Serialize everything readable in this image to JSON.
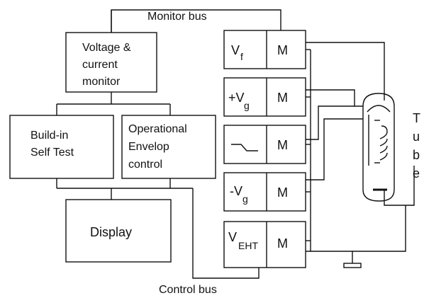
{
  "buses": {
    "monitor": "Monitor bus",
    "control": "Control bus"
  },
  "blocks": {
    "monitor_line1": "Voltage &",
    "monitor_line2": "current",
    "monitor_line3": "monitor",
    "bist_line1": "Build-in",
    "bist_line2": "Self Test",
    "oec_line1": "Operational",
    "oec_line2": "Envelop",
    "oec_line3": "control",
    "display": "Display"
  },
  "supplies": {
    "vf_base": "V",
    "vf_sub": "f",
    "vgp_base": "+V",
    "vgp_sub": "g",
    "pulse_symbol": "⌐⌐",
    "vgn_base": "-V",
    "vgn_sub": "g",
    "veht_base": "V",
    "veht_sub": "EHT",
    "m_label": "M"
  },
  "tube": {
    "letters": [
      "T",
      "u",
      "b",
      "e"
    ]
  }
}
